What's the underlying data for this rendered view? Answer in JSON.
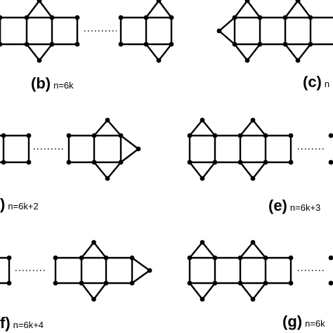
{
  "colors": {
    "ink": "#000000",
    "background": "#ffffff"
  },
  "panels": [
    {
      "id": "b",
      "letter": "(b)",
      "formula": "n=6k"
    },
    {
      "id": "c",
      "letter": "(c)",
      "formula": "n"
    },
    {
      "id": "d",
      "letter": ")",
      "formula": "n=6k+2"
    },
    {
      "id": "e",
      "letter": "(e)",
      "formula": "n=6k+3"
    },
    {
      "id": "f",
      "letter": "f)",
      "formula": "n=6k+4"
    },
    {
      "id": "g",
      "letter": "(g)",
      "formula": "n=6k"
    }
  ]
}
